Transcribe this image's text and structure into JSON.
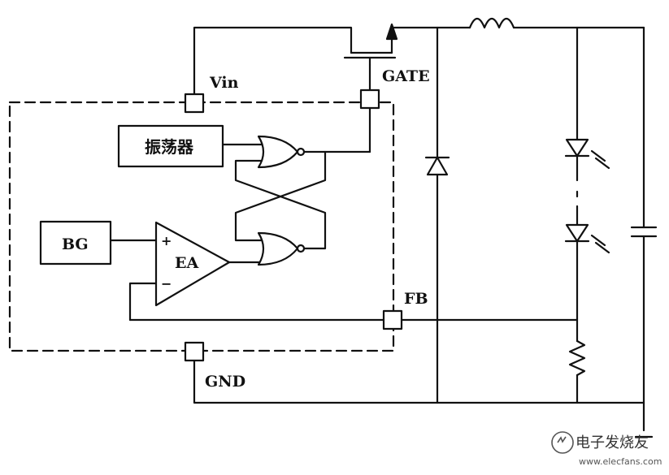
{
  "pins": {
    "vin": "Vin",
    "gate": "GATE",
    "fb": "FB",
    "gnd": "GND"
  },
  "blocks": {
    "oscillator": "振荡器",
    "bg": "BG",
    "ea": "EA",
    "ea_plus": "+",
    "ea_minus": "−"
  },
  "watermark": {
    "text": "电子发烧友",
    "url": "www.elecfans.com"
  }
}
